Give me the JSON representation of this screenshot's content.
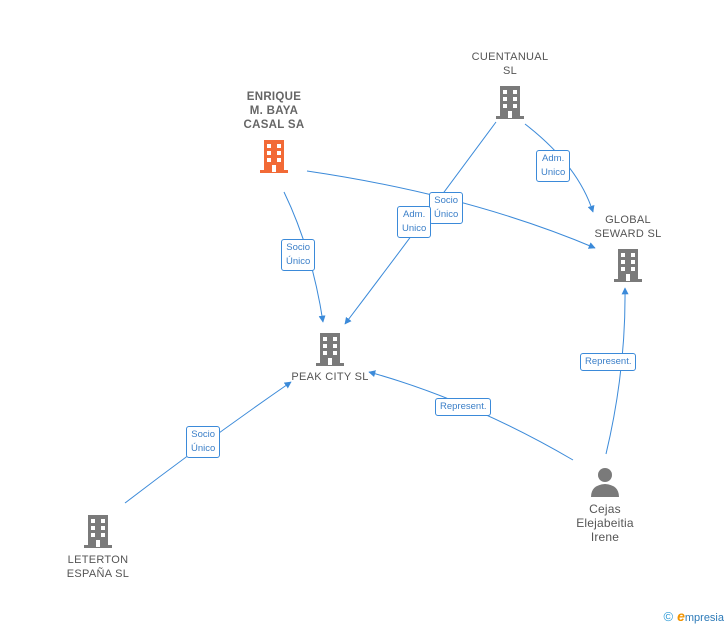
{
  "nodes": {
    "enrique": {
      "line1": "ENRIQUE",
      "line2": "M.  BAYA",
      "line3": "CASAL SA",
      "color": "#f26a36"
    },
    "cuentanual": {
      "line1": "CUENTANUAL",
      "line2": "SL"
    },
    "global": {
      "line1": "GLOBAL",
      "line2": "SEWARD SL"
    },
    "peak": {
      "line1": "PEAK CITY SL"
    },
    "leterton": {
      "line1": "LETERTON",
      "line2": "ESPAÑA SL"
    },
    "cejas": {
      "line1": "Cejas",
      "line2": "Elejabeitia",
      "line3": "Irene"
    }
  },
  "edges": {
    "socio_unico_1": {
      "line1": "Socio",
      "line2": "Único"
    },
    "socio_unico_2": {
      "line1": "Socio",
      "line2": "Único"
    },
    "socio_unico_3": {
      "line1": "Socio",
      "line2": "Único"
    },
    "adm_unico_1": {
      "line1": "Adm.",
      "line2": "Unico"
    },
    "adm_unico_2": {
      "line1": "Adm.",
      "line2": "Unico"
    },
    "represent_1": {
      "line1": "Represent."
    },
    "represent_2": {
      "line1": "Represent."
    }
  },
  "colors": {
    "edge": "#3b8ad9",
    "building": "#7a7a7a",
    "highlight": "#f26a36"
  },
  "brand": {
    "copyright": "©",
    "name": "mpresia",
    "initial": "e"
  }
}
